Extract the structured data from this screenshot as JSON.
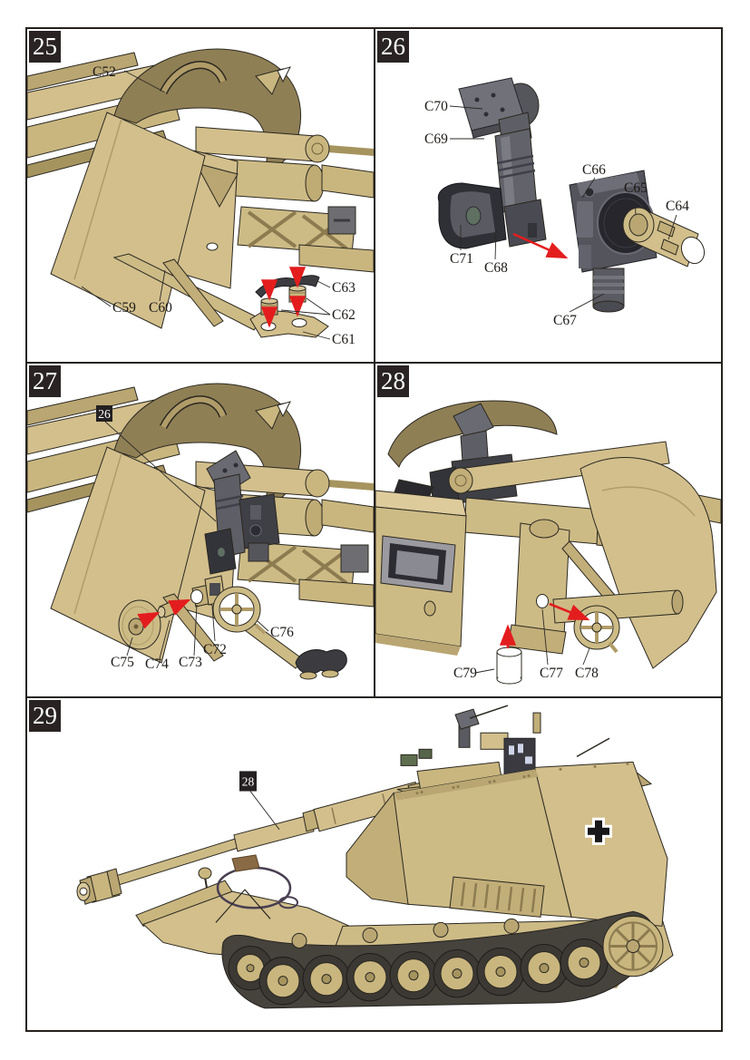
{
  "page": {
    "background": "#ffffff"
  },
  "colors": {
    "arrow_red": "#e31d1e",
    "tan_light": "#d6c493",
    "tan_mid": "#c9b67f",
    "tan_dark": "#a6945f",
    "olive_shield": "#8f7f55",
    "gray_part": "#5a5a61",
    "badge_bg": "#292324",
    "outline": "#2b2820"
  },
  "steps": {
    "s25": {
      "number": "25",
      "labels": {
        "c52": "C52",
        "c59": "C59",
        "c60": "C60",
        "c61": "C61",
        "c62": "C62",
        "c63": "C63"
      }
    },
    "s26": {
      "number": "26",
      "labels": {
        "c64": "C64",
        "c65": "C65",
        "c66": "C66",
        "c67": "C67",
        "c68": "C68",
        "c69": "C69",
        "c70": "C70",
        "c71": "C71"
      }
    },
    "s27": {
      "number": "27",
      "callout_ref": "26",
      "labels": {
        "c72": "C72",
        "c73": "C73",
        "c74": "C74",
        "c75": "C75",
        "c76": "C76"
      }
    },
    "s28": {
      "number": "28",
      "labels": {
        "c77": "C77",
        "c78": "C78",
        "c79": "C79"
      }
    },
    "s29": {
      "number": "29",
      "callout_ref": "28"
    }
  }
}
